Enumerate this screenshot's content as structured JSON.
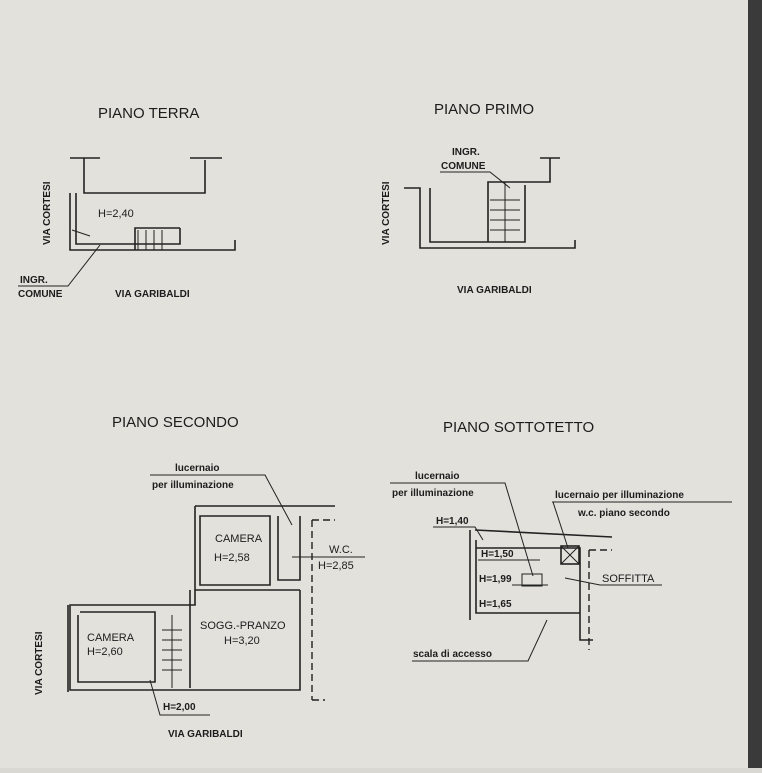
{
  "plans": {
    "terra": {
      "title": "PIANO TERRA",
      "street_side": "VIA CORTESI",
      "street_front": "VIA GARIBALDI",
      "height": "H=2,40",
      "entrance": [
        "INGR.",
        "COMUNE"
      ]
    },
    "primo": {
      "title": "PIANO PRIMO",
      "street_side": "VIA CORTESI",
      "street_front": "VIA GARIBALDI",
      "entrance": [
        "INGR.",
        "COMUNE"
      ]
    },
    "secondo": {
      "title": "PIANO SECONDO",
      "street_side": "VIA CORTESI",
      "street_front": "VIA GARIBALDI",
      "skylight": [
        "lucernaio",
        "per illuminazione"
      ],
      "rooms": [
        {
          "name": "CAMERA",
          "height": "H=2,58"
        },
        {
          "name": "W.C.",
          "height": "H=2,85"
        },
        {
          "name": "SOGG.-PRANZO",
          "height": "H=3,20"
        },
        {
          "name": "CAMERA",
          "height": "H=2,60"
        }
      ],
      "stair_height": "H=2,00"
    },
    "sottotetto": {
      "title": "PIANO SOTTOTETTO",
      "skylight": [
        "lucernaio",
        "per illuminazione"
      ],
      "skylight_wc": [
        "lucernaio per illuminazione",
        "w.c. piano secondo"
      ],
      "heights": [
        "H=1,40",
        "H=1,50",
        "H=1,99",
        "H=1,65"
      ],
      "room": "SOFFITTA",
      "stair": "scala di accesso"
    }
  }
}
